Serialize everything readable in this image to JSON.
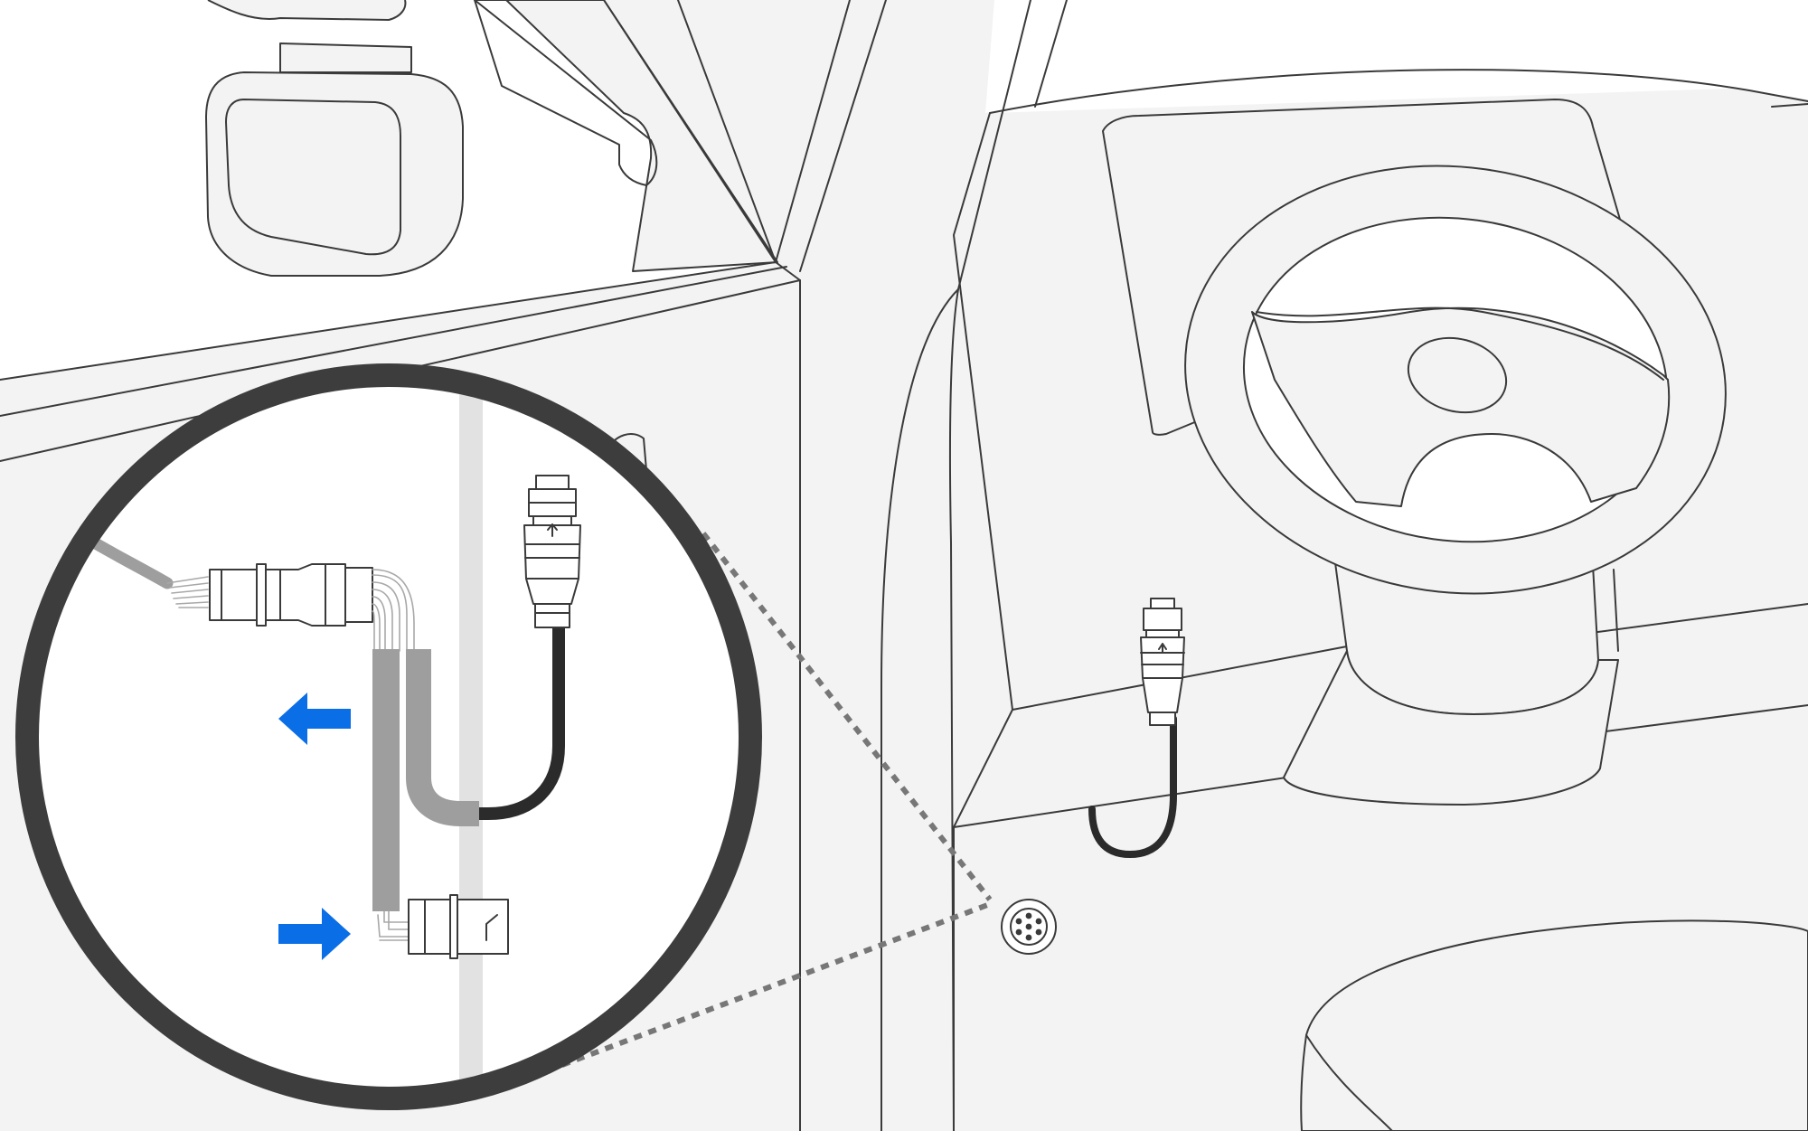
{
  "diagram": {
    "scene": "vehicle-cab-interior",
    "magnifier_ring_color": "#3d3d3d",
    "arrow_color": "#0a6ee6",
    "cable_grey_color": "#9e9e9e",
    "cable_dark_color": "#2b2b2b",
    "trim_strip_color": "#e2e2e2",
    "surface_color": "#f3f3f3",
    "outline_color": "#3a3a3a",
    "arrows": [
      {
        "name": "disconnect-arrow",
        "direction": "left"
      },
      {
        "name": "connect-arrow",
        "direction": "right"
      }
    ],
    "icons": [
      "connector-unlock-arrow-icon",
      "diagnostic-port-icon"
    ]
  }
}
